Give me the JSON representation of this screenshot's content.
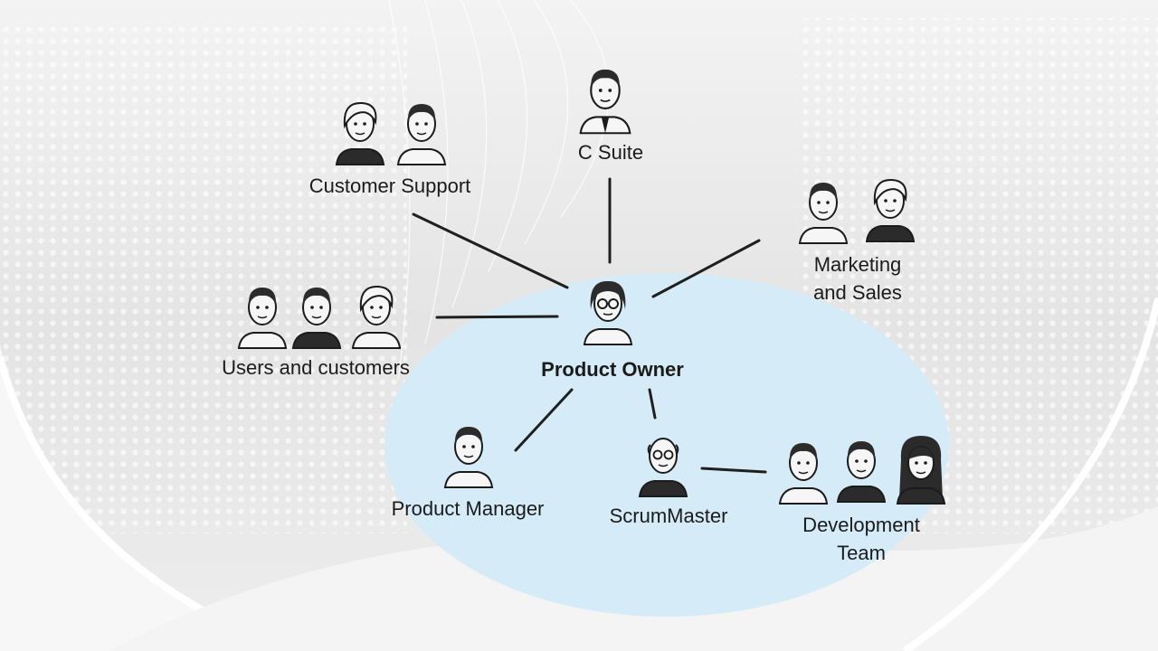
{
  "diagram": {
    "center": {
      "label": "Product Owner"
    },
    "stakeholders": {
      "c_suite": {
        "label": "C Suite"
      },
      "customer_support": {
        "label": "Customer Support"
      },
      "marketing_sales": {
        "line1": "Marketing",
        "line2": "and Sales"
      },
      "users_customers": {
        "label": "Users and customers"
      }
    },
    "team": {
      "product_manager": {
        "label": "Product Manager"
      },
      "scrum_master": {
        "label": "ScrumMaster"
      },
      "development_team": {
        "line1": "Development",
        "line2": "Team"
      }
    }
  },
  "colors": {
    "background": "#ececec",
    "team_ellipse": "#d5ecf8",
    "connector": "#1f1f1f",
    "ink": "#1b1b1b",
    "skin": "#f6f6f6",
    "dark_hair": "#2b2b2b"
  },
  "icons": [
    "person-icon"
  ]
}
